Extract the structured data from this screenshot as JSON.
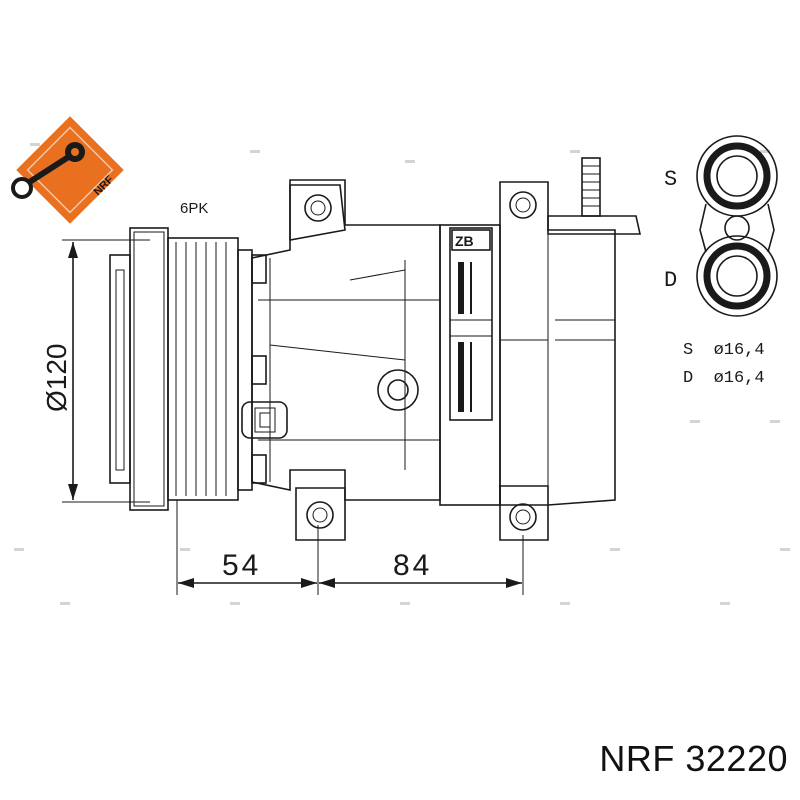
{
  "logo": {
    "text": "NRF",
    "color": "#e8701e",
    "icon": "wrench-logo-icon"
  },
  "labels": {
    "belt": "6PK",
    "diameter": "Ø120",
    "length_pulley": "54",
    "length_body": "84",
    "side_s": "S",
    "side_d": "D",
    "port_s": "S  ø16,4",
    "port_d": "D  ø16,4",
    "plate_tag": "ZB"
  },
  "caption": "NRF 32220"
}
